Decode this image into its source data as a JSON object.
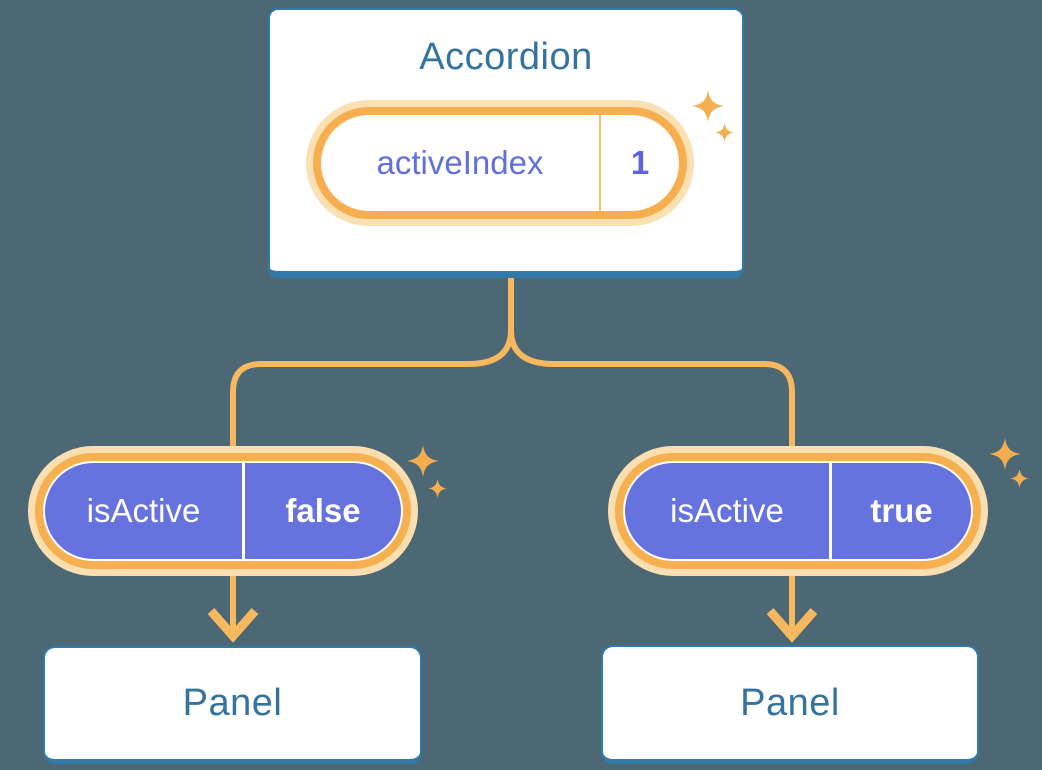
{
  "diagram": {
    "root": {
      "title": "Accordion",
      "state": {
        "name": "activeIndex",
        "value": "1"
      }
    },
    "children": [
      {
        "state": {
          "name": "isActive",
          "value": "false"
        },
        "panel_label": "Panel"
      },
      {
        "state": {
          "name": "isActive",
          "value": "true"
        },
        "panel_label": "Panel"
      }
    ],
    "colors": {
      "background": "#4C6874",
      "card_fill": "#FFFFFF",
      "card_border": "#3179A8",
      "card_text": "#33739E",
      "pill_purple": "#6672DD",
      "pill_name_text_purple": "#6170DC",
      "pill_value_text_purple": "#5A66D9",
      "ring_orange": "#F6AE4F",
      "ring_halo": "#FBDFB0",
      "connector_orange": "#F6B95F",
      "sparkle_orange": "#F4AD4F"
    }
  }
}
